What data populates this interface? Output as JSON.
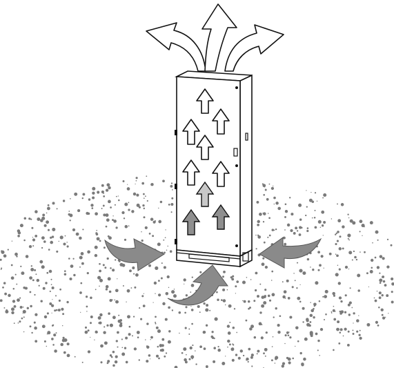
{
  "colors": {
    "background": "#ffffff",
    "outline": "#111111",
    "dust": "#7a7a7a",
    "flow_arrow": "#8a8a8a"
  },
  "diagram": {
    "outlet_arrows": [
      "outlet-arrow-left",
      "outlet-arrow-center",
      "outlet-arrow-right"
    ],
    "inlet_arrows": [
      "inlet-arrow-left",
      "inlet-arrow-bottom",
      "inlet-arrow-right"
    ],
    "cabinet": {
      "internal_airflow_arrows": 9,
      "arrow_shades": [
        "white",
        "white",
        "white",
        "white",
        "white",
        "white",
        "light-grey",
        "grey",
        "grey"
      ]
    }
  }
}
